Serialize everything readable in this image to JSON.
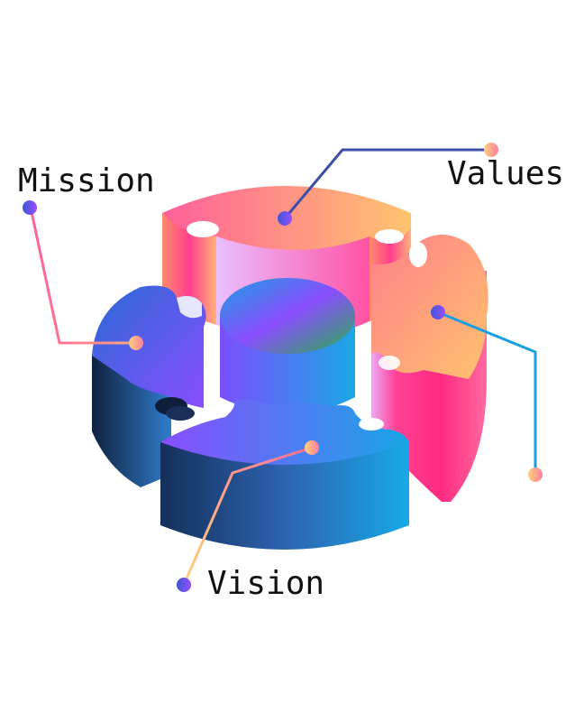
{
  "labels": {
    "mission": "Mission",
    "values": "Values",
    "vision": "Vision"
  },
  "colors": {
    "warm_pink": "#ff3f8e",
    "warm_orange": "#ffbe6e",
    "warm_magenta": "#ff1f7a",
    "cool_purple": "#8a4dff",
    "cool_blue": "#1a9fe0",
    "cool_navy": "#15325e",
    "cool_green": "#25b24a",
    "leader_blue": "#3b4fa8",
    "leader_pink": "#ff6f9a",
    "leader_yellow": "#ffd37a"
  }
}
